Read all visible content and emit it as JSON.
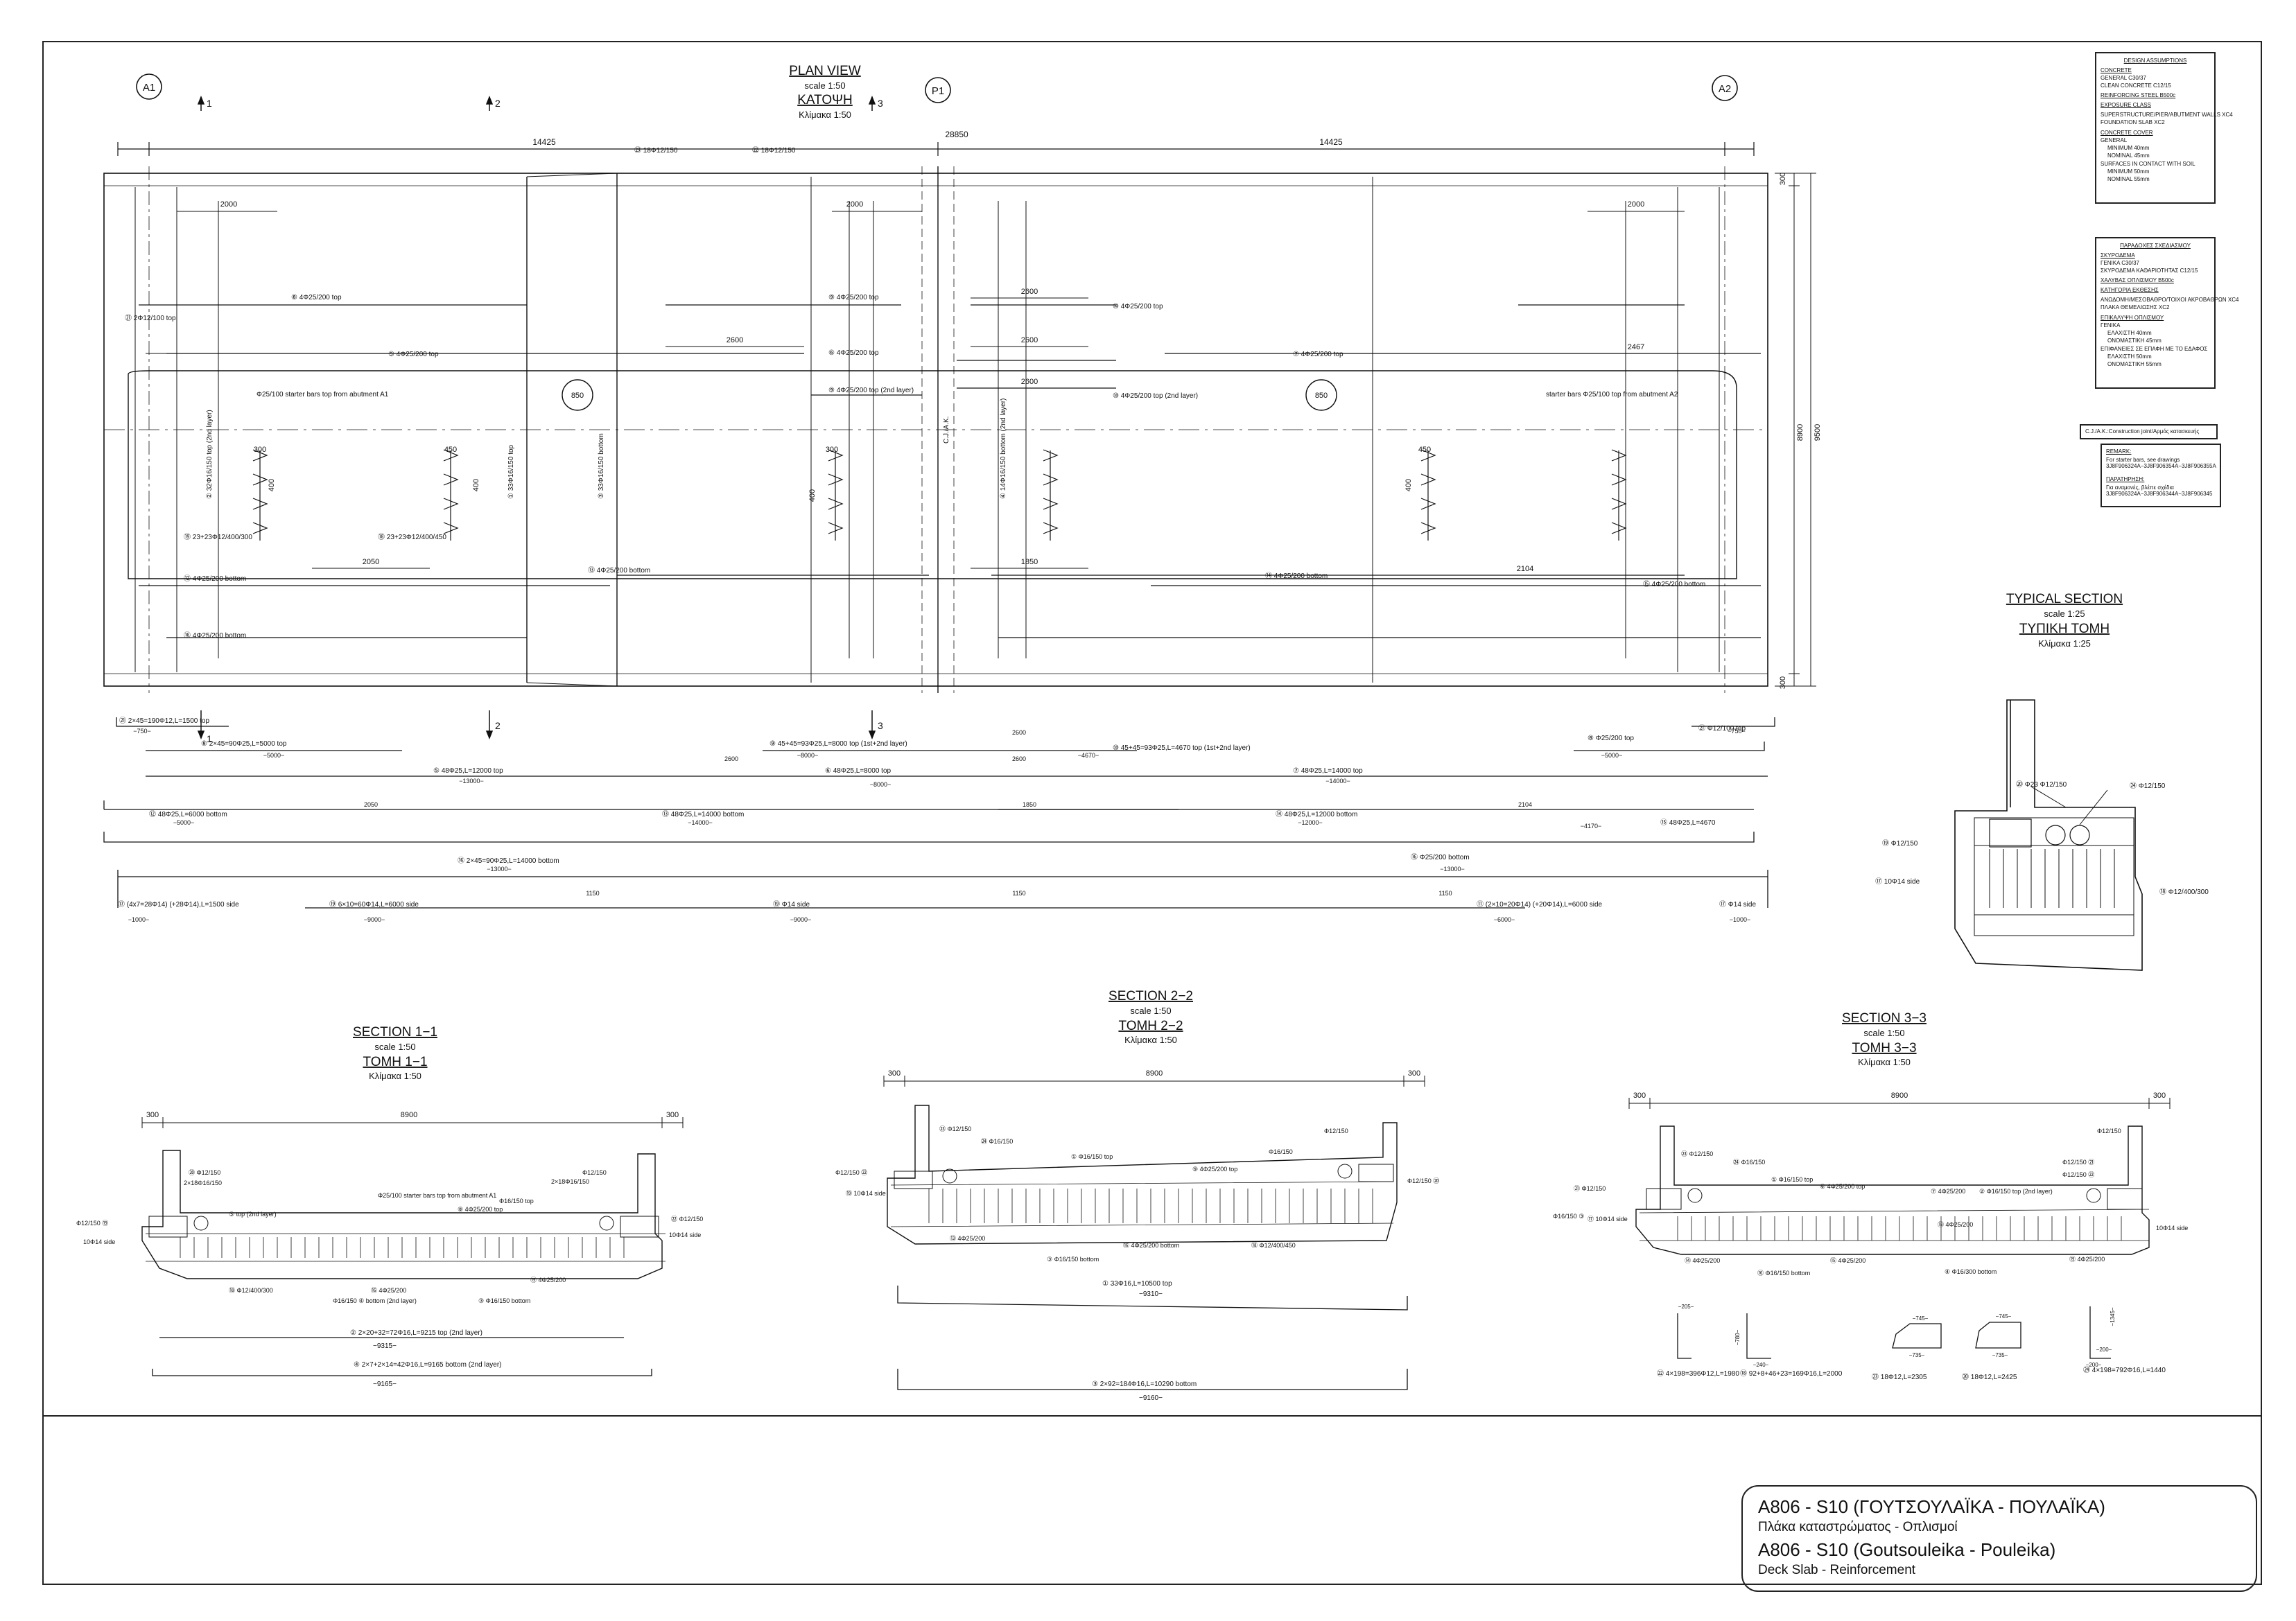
{
  "plan_view": {
    "title": "PLAN VIEW",
    "scale": "scale 1:50",
    "title_gr": "ΚΑΤΟΨΗ",
    "scale_gr": "Κλίμακα 1:50",
    "axes": [
      "A1",
      "P1",
      "A2"
    ],
    "section_marks": [
      "1",
      "2",
      "3"
    ],
    "dimensions": {
      "span1": "14425",
      "span_total": "28850",
      "span2": "14425",
      "width": "8900",
      "width_outer": "9500",
      "edge": "300",
      "circle": "850"
    },
    "labels": [
      "⑧ 4Φ25/200 top",
      "⑨ 4Φ25/200 top",
      "⑩ 4Φ25/200 top",
      "⑤ 4Φ25/200 top",
      "⑥ 4Φ25/200 top",
      "⑦ 4Φ25/200 top",
      "⑨ 4Φ25/200 top (2nd layer)",
      "⑩ 4Φ25/200 top (2nd layer)",
      "Φ25/100 starter bars top from abutment A1",
      "starter bars Φ25/100 top from abutment A2",
      "⑫ 4Φ25/200 bottom",
      "⑬ 4Φ25/200 bottom",
      "⑭ 4Φ25/200 bottom",
      "⑮ 4Φ25/200 bottom",
      "⑯ 4Φ25/200 bottom",
      "⑱ 23+23Φ12/400/450",
      "⑲ 23+23Φ12/400/300",
      "㉑ 2Φ12/100 top",
      "㉒ 18Φ12/150",
      "㉓ 18Φ12/150",
      "① 33Φ16/150 top",
      "② 32Φ16/150 top (2nd layer)",
      "③ 33Φ16/150 bottom",
      "④ 14Φ16/150 bottom (2nd layer)",
      "C.J./A.K."
    ],
    "dim_values": [
      "2000",
      "2000",
      "2000",
      "2600",
      "2600",
      "2600",
      "2600",
      "2467",
      "2050",
      "1850",
      "2104",
      "450",
      "450",
      "300",
      "300",
      "400",
      "400",
      "400",
      "400"
    ]
  },
  "bar_schedule": [
    "㉑ 2×45=190Φ12,L=1500 top",
    "⑧ 2×45=90Φ25,L=5000 top",
    "⑨ 45+45=93Φ25,L=8000 top (1st+2nd layer)",
    "⑩ 45+45=93Φ25,L=4670 top (1st+2nd layer)",
    "⑧ Φ25/200 top",
    "㉑ Φ12/100 top",
    "⑤ 48Φ25,L=12000 top",
    "⑥ 48Φ25,L=8000 top",
    "⑦ 48Φ25,L=14000 top",
    "⑫ 48Φ25,L=6000 bottom",
    "⑬ 48Φ25,L=14000 bottom",
    "⑭ 48Φ25,L=12000 bottom",
    "⑮ 48Φ25,L=4670",
    "⑯ 2×45=90Φ25,L=14000 bottom",
    "⑯ Φ25/200 bottom",
    "⑰ (4x7=28Φ14) (+28Φ14),L=1500 side",
    "⑲ 6×10=60Φ14,L=6000 side",
    "⑲ Φ14 side",
    "⑪ (2×10=20Φ14) (+20Φ14),L=6000 side",
    "⑰ Φ14 side"
  ],
  "schedule_dims": [
    "−750−",
    "−5000−",
    "−8000−",
    "−4670−",
    "−13000−",
    "−8000−",
    "−14000−",
    "−5000−",
    "−750−",
    "−5000−",
    "−14000−",
    "−12000−",
    "−4170−",
    "−13000−",
    "−13000−",
    "−1000−",
    "−9000−",
    "−9000−",
    "−6000−",
    "−1000−",
    "2600",
    "2600",
    "2600",
    "2050",
    "1850",
    "2104",
    "1150",
    "1150",
    "1150"
  ],
  "typical_section": {
    "title": "TYPICAL SECTION",
    "scale": "scale 1:25",
    "title_gr": "ΤΥΠΙΚΗ ΤΟΜΗ",
    "scale_gr": "Κλίμακα 1:25",
    "labels": [
      "⑳ Φ23 Φ12/150",
      "㉔ Φ12/150",
      "⑲ Φ12/150",
      "⑰ 10Φ14 side",
      "⑱ Φ12/400/300"
    ]
  },
  "section_1": {
    "title": "SECTION 1−1",
    "scale": "scale 1:50",
    "title_gr": "ΤΟΜΗ 1−1",
    "scale_gr": "Κλίμακα 1:50",
    "dims": [
      "300",
      "8900",
      "300"
    ],
    "labels": [
      "⑳ Φ12/150",
      "2×18Φ16/150",
      "⑤ top (2nd layer)",
      "Φ25/100 starter bars top from abutment A1",
      "⑧ 4Φ25/200 top",
      "Φ16/150 top",
      "2×18Φ16/150",
      "Φ12/150",
      "㉒ Φ12/150",
      "Φ12/150 ⑲",
      "10Φ14 side",
      "10Φ14 side",
      "⑱ Φ12/400/300",
      "Φ16/150 ④ bottom (2nd layer)",
      "⑯ 4Φ25/200",
      "③ Φ16/150 bottom",
      "⑮ 4Φ25/200"
    ],
    "bars": [
      "② 2×20+32=72Φ16,L=9215 top (2nd layer)",
      "−9315−",
      "④ 2×7+2×14=42Φ16,L=9165 bottom (2nd layer)",
      "−9165−"
    ]
  },
  "section_2": {
    "title": "SECTION 2−2",
    "scale": "scale 1:50",
    "title_gr": "ΤΟΜΗ 2−2",
    "scale_gr": "Κλίμακα 1:50",
    "dims": [
      "300",
      "8900",
      "300"
    ],
    "labels": [
      "㉓ Φ12/150",
      "㉔ Φ16/150",
      "① Φ16/150 top",
      "⑨ 4Φ25/200 top",
      "Φ16/150",
      "Φ12/150",
      "Φ12/150 ㉒",
      "Φ12/150 ⑳",
      "⑲ 10Φ14 side",
      "⑬ 4Φ25/200",
      "③ Φ16/150 bottom",
      "⑯ 4Φ25/200 bottom",
      "⑱ Φ12/400/450"
    ],
    "bars": [
      "① 33Φ16,L=10500 top",
      "−9310−",
      "③ 2×92=184Φ16,L=10290 bottom",
      "−9160−"
    ]
  },
  "section_3": {
    "title": "SECTION 3−3",
    "scale": "scale 1:50",
    "title_gr": "ΤΟΜΗ 3−3",
    "scale_gr": "Κλίμακα 1:50",
    "dims": [
      "300",
      "8900",
      "300"
    ],
    "labels": [
      "㉓ Φ12/150",
      "㉔ Φ16/150",
      "① Φ16/150 top",
      "⑥ 4Φ25/200 top",
      "⑦ 4Φ25/200",
      "② Φ16/150 top (2nd layer)",
      "Φ12/150 ㉑",
      "Φ12/150 ㉒",
      "Φ12/150",
      "㉑ Φ12/150",
      "⑰ 10Φ14 side",
      "10Φ14 side",
      "Φ16/150 ③",
      "⑭ 4Φ25/200",
      "⑯ Φ16/150 bottom",
      "⑮ 4Φ25/200",
      "④ Φ16/300 bottom",
      "⑱ 4Φ25/200",
      "⑲ 4Φ25/200"
    ],
    "bars": [
      "㉒ 4×198=396Φ12,L=1980",
      "⑱ 92+8+46+23=169Φ16,L=2000",
      "㉓ 18Φ12,L=2305",
      "⑳ 18Φ12,L=2425",
      "㉔ 4×198=792Φ16,L=1440"
    ],
    "bar_dims": [
      "−205−",
      "−780−",
      "−240−",
      "−745−",
      "−735−",
      "−745−",
      "−735−",
      "−200−",
      "−200−",
      "−1345−"
    ]
  },
  "design_assumptions": {
    "title": "DESIGN ASSUMPTIONS",
    "rows": [
      "CONCRETE",
      "GENERAL  C30/37",
      "CLEAN CONCRETE  C12/15",
      "REINFORCING STEEL  B500c",
      "EXPOSURE CLASS",
      "SUPERSTRUCTURE/PIER/ABUTMENT WALLS XC4",
      "FOUNDATION SLAB XC2",
      "CONCRETE COVER",
      "GENERAL",
      "MINIMUM  40mm",
      "NOMINAL  45mm",
      "SURFACES IN CONTACT WITH SOIL",
      "MINIMUM  50mm",
      "NOMINAL  55mm"
    ]
  },
  "greek_assumptions": {
    "title": "ΠΑΡΑΔΟΧΕΣ ΣΧΕΔΙΑΣΜΟΥ",
    "rows": [
      "ΣΚΥΡΟΔΕΜΑ",
      "ΓΕΝΙΚΑ  C30/37",
      "ΣΚΥΡΟΔΕΜΑ ΚΑΘΑΡΙΟΤΗΤΑΣ  C12/15",
      "ΧΑΛΥΒΑΣ ΟΠΛΙΣΜΟΥ  B500c",
      "ΚΑΤΗΓΟΡΙΑ ΕΚΘΕΣΗΣ",
      "ΑΝΩΔΟΜΗ/ΜΕΣΟΒΑΘΡΟ/ΤΟΙΧΟΙ ΑΚΡΟΒΑΘΡΩΝ XC4",
      "ΠΛΑΚΑ ΘΕΜΕΛΙΩΣΗΣ XC2",
      "ΕΠΙΚΑΛΥΨΗ ΟΠΛΙΣΜΟΥ",
      "ΓΕΝΙΚΑ",
      "ΕΛΑΧΙΣΤΗ  40mm",
      "ΟΝΟΜΑΣΤΙΚΗ  45mm",
      "ΕΠΙΦΑΝΕΙΕΣ ΣΕ ΕΠΑΦΗ ΜΕ ΤΟ ΕΔΑΦΟΣ",
      "ΕΛΑΧΙΣΤΗ  50mm",
      "ΟΝΟΜΑΣΤΙΚΗ  55mm"
    ]
  },
  "legend_note": "C.J./A.K.:Construction joint/Αρμός κατασκευής",
  "remarks": {
    "title_en": "REMARK:",
    "text_en": "For starter bars, see drawings 3J8F906324A−3J8F906354A−3J8F906355A",
    "title_gr": "ΠΑΡΑΤΗΡΗΣΗ:",
    "text_gr": "Για αναμονές, βλέπε σχέδια 3J8F906324A−3J8F906344A−3J8F906345"
  },
  "title_block": {
    "line1": "A806 - S10 (ΓΟΥΤΣΟΥΛΑΪΚΑ - ΠΟΥΛΑΪΚΑ)",
    "line2": "Πλάκα καταστρώματος - Οπλισμοί",
    "line3": "A806 - S10 (Goutsouleika - Pouleika)",
    "line4": "Deck Slab - Reinforcement"
  },
  "colors": {
    "ink": "#111111",
    "paper": "#ffffff",
    "faint": "#c8c8c8"
  }
}
